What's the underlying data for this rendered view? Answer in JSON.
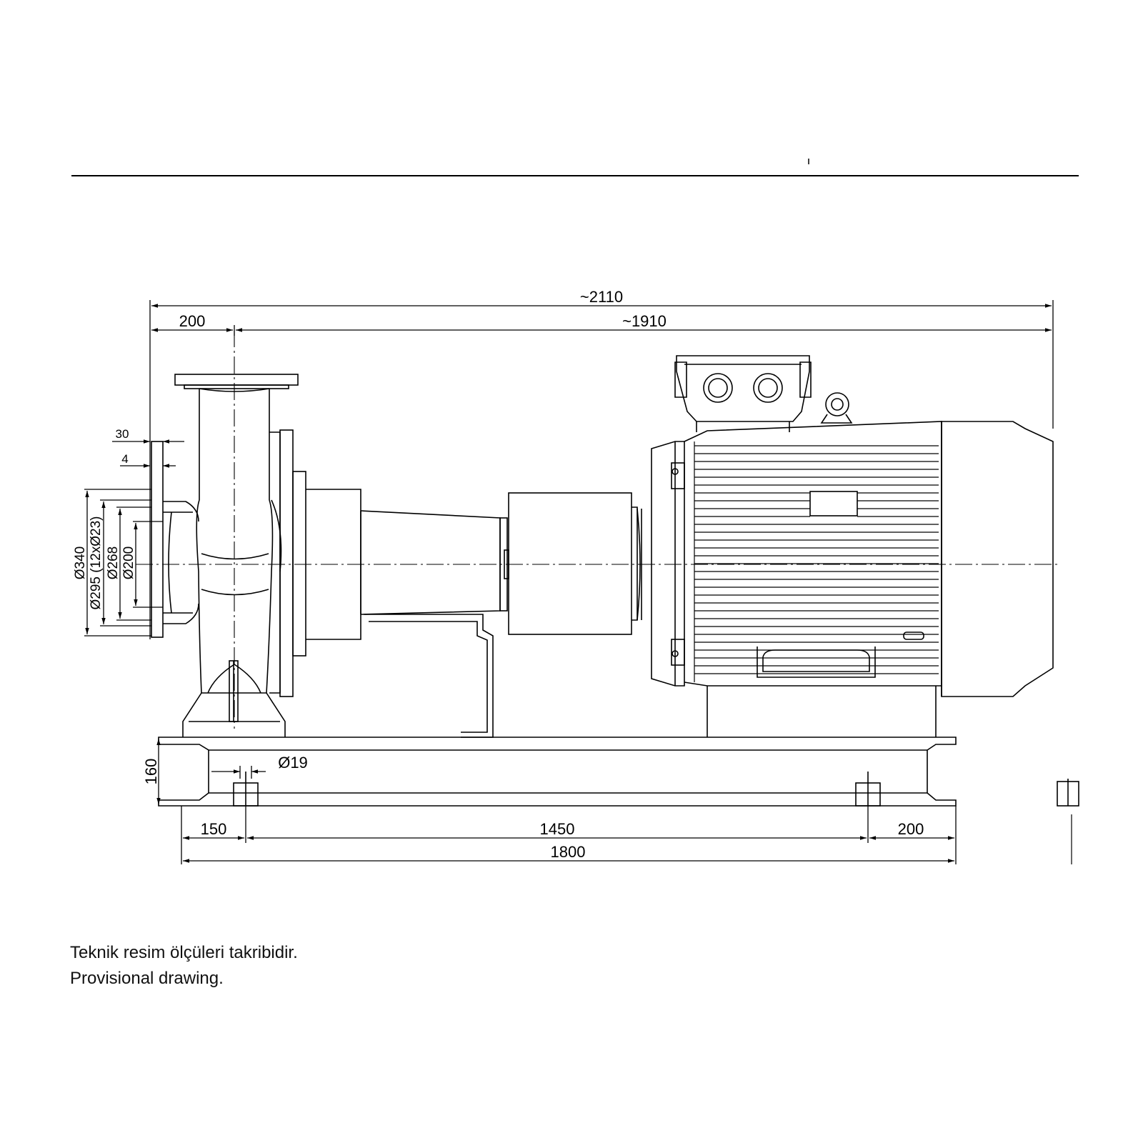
{
  "dimensions": {
    "overall_length": "~2110",
    "motor_length": "~1910",
    "flange_offset": "200",
    "flange_gap_outer": "30",
    "flange_gap_inner": "4",
    "flange_d_outer": "Ø340",
    "bolt_circle": "Ø295 (12xØ23)",
    "flange_d_mid": "Ø268",
    "flange_d_bore": "Ø200",
    "base_height": "160",
    "anchor_hole": "Ø19",
    "base_left": "150",
    "base_mid": "1450",
    "base_right": "200",
    "base_total": "1800"
  },
  "notes": {
    "line1": "Teknik resim ölçüleri takribidir.",
    "line2": "Provisional drawing."
  }
}
